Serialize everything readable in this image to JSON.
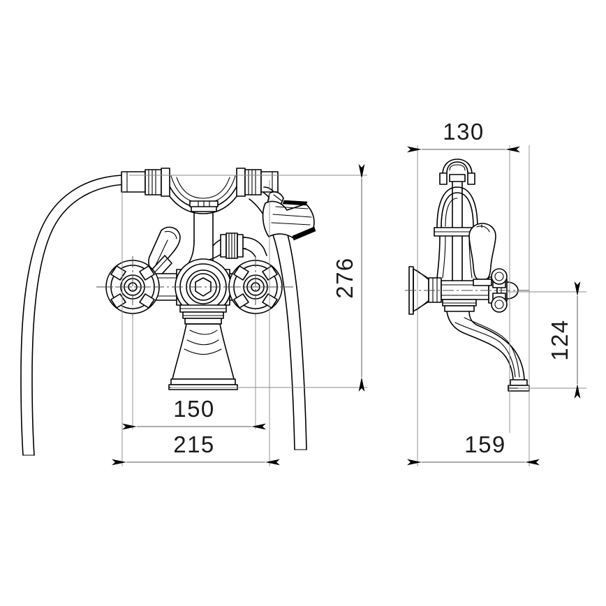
{
  "drawing": {
    "title": "Bath shower mixer tap technical drawing",
    "background_color": "#ffffff",
    "line_color": "#000000",
    "dimension_line_color": "#5a5a5a",
    "views": [
      {
        "name": "front-view",
        "label": ""
      },
      {
        "name": "side-view",
        "label": ""
      }
    ]
  },
  "dimensions": {
    "front_height": {
      "value": "276",
      "unit": "mm",
      "orientation": "vertical",
      "view": "front-view"
    },
    "front_centers": {
      "value": "150",
      "unit": "mm",
      "orientation": "horizontal",
      "view": "front-view"
    },
    "front_width": {
      "value": "215",
      "unit": "mm",
      "orientation": "horizontal",
      "view": "front-view"
    },
    "side_depth_top": {
      "value": "130",
      "unit": "mm",
      "orientation": "horizontal",
      "view": "side-view"
    },
    "side_spout_height": {
      "value": "124",
      "unit": "mm",
      "orientation": "vertical",
      "view": "side-view"
    },
    "side_projection": {
      "value": "159",
      "unit": "mm",
      "orientation": "horizontal",
      "view": "side-view"
    }
  },
  "parts": {
    "front": {
      "shower_hose": "shower-hose",
      "shower_handset": "shower-handset",
      "cross_handle_left": "cross-handle-left",
      "cross_handle_right": "cross-handle-right",
      "diverter_knob": "diverter-knob",
      "lever_handle": "lever-handle",
      "spout": "bath-spout",
      "riser": "riser-tube"
    },
    "side": {
      "wall_flange": "wall-flange",
      "body": "valve-body",
      "lever_handle": "lever-handle",
      "spout": "bath-spout",
      "riser": "riser-tube",
      "hose_outlet": "hose-outlet"
    }
  }
}
